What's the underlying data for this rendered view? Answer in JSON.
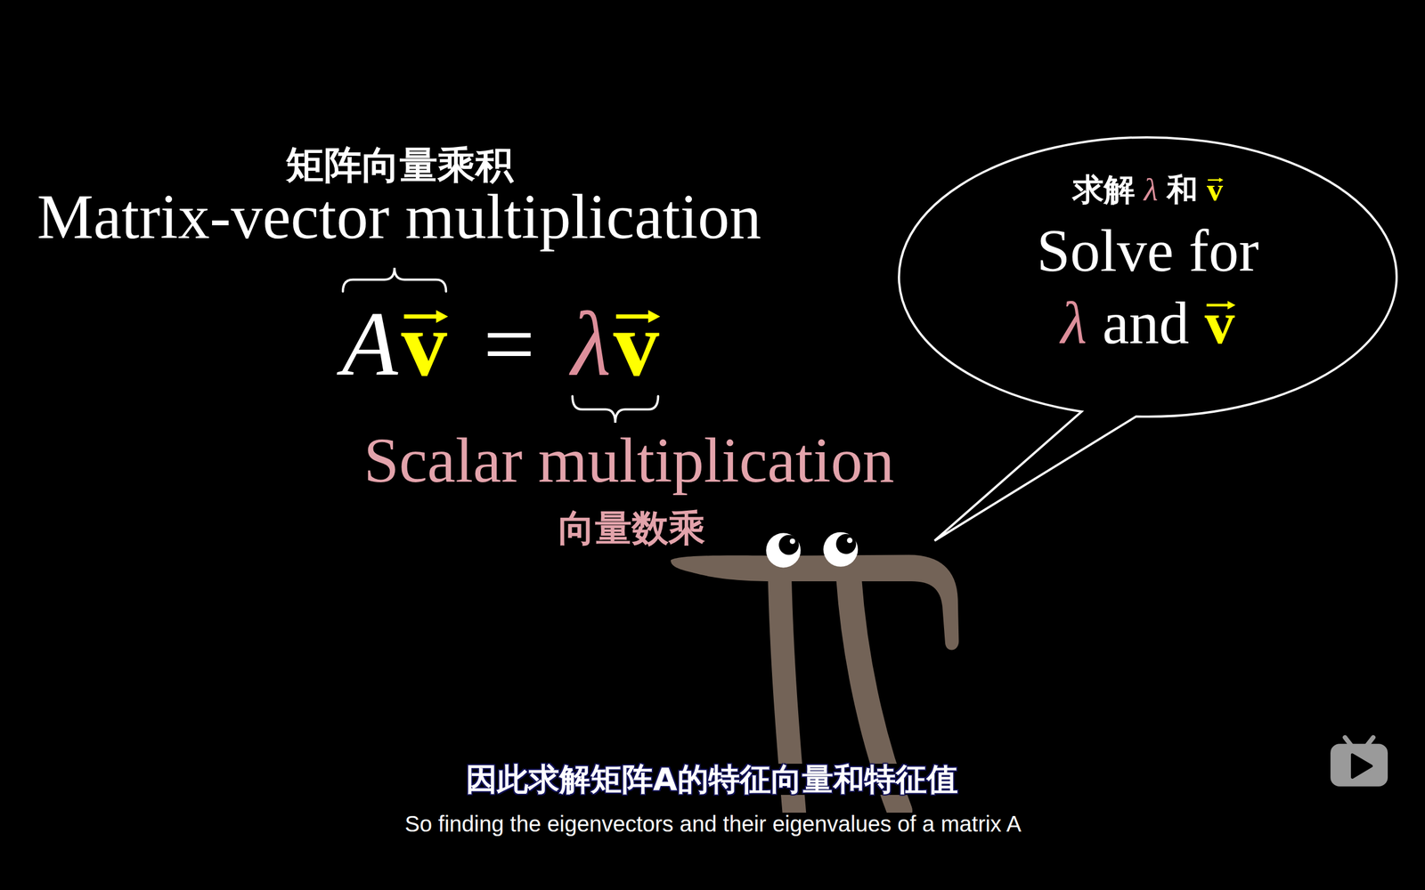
{
  "diagram": {
    "nodes": [
      {
        "text": [
          "求解",
          "λ",
          "和",
          "v",
          "Solve for",
          "λ",
          "and",
          "v"
        ]
      }
    ],
    "labels": [
      "矩阵向量乘积",
      "Matrix-vector multiplication",
      "A",
      "v",
      "=",
      "λ",
      "v",
      "Scalar multiplication",
      "向量数乘",
      "因此求解矩阵A的特征向量和特征值",
      "So finding the eigenvectors and their eigenvalues of a matrix A"
    ]
  }
}
